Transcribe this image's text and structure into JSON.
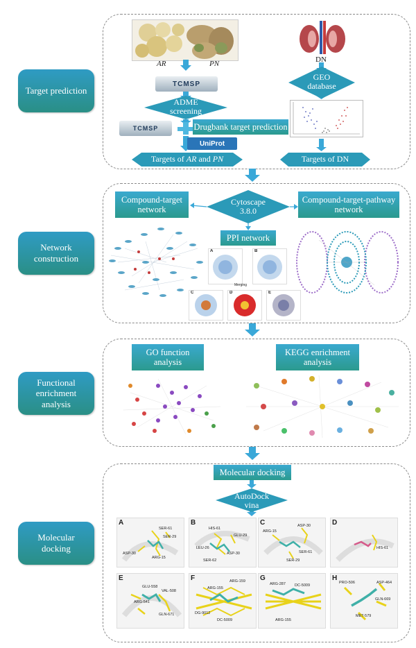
{
  "stages": {
    "target_prediction": "Target prediction",
    "network_construction": "Network construction",
    "functional_enrichment": "Functional enrichment analysis",
    "molecular_docking": "Molecular docking"
  },
  "section1": {
    "herb_left": "AR",
    "herb_right": "PN",
    "dn_label": "DN",
    "tcmsp_logo": "TCMSP",
    "uniprot_logo": "UniProt",
    "adme": "ADME screening",
    "drugbank": "Drugbank target prediction",
    "targets_ar_pn_prefix": "Targets of ",
    "targets_ar": "AR",
    "targets_and": " and ",
    "targets_pn": "PN",
    "geo": "GEO database",
    "targets_dn": "Targets of DN"
  },
  "section2": {
    "compound_target": "Compound-target network",
    "cytoscape": "Cytoscape 3.8.0",
    "ctp": "Compound-target-pathway network",
    "ppi": "PPI network",
    "ppi_panels": [
      "A",
      "B",
      "C",
      "D",
      "E"
    ],
    "merging": "Merging"
  },
  "section3": {
    "go": "GO function analysis",
    "kegg": "KEGG enrichment analysis"
  },
  "section4": {
    "molecular_docking": "Molecular docking",
    "autodock": "AutoDock vina",
    "panels": [
      {
        "letter": "A",
        "residues": [
          "SER-61",
          "SER-29",
          "ASP-30",
          "ARG-15"
        ]
      },
      {
        "letter": "B",
        "residues": [
          "HIS-61",
          "GLU-29",
          "LEU-26",
          "ASP-30",
          "SER-62"
        ]
      },
      {
        "letter": "C",
        "residues": [
          "ASP-30",
          "ARG-15",
          "SER-61",
          "SER-29"
        ]
      },
      {
        "letter": "D",
        "residues": [
          "HIS-61"
        ]
      },
      {
        "letter": "E",
        "residues": [
          "GLU-558",
          "VAL-508",
          "ARG-541",
          "GLN-671"
        ]
      },
      {
        "letter": "F",
        "residues": [
          "ARG-155",
          "ARG-159",
          "DG-9012",
          "DC-5009"
        ]
      },
      {
        "letter": "G",
        "residues": [
          "ARG-287",
          "DC-5009",
          "ARG-155"
        ]
      },
      {
        "letter": "H",
        "residues": [
          "PRO-506",
          "ASP-464",
          "GLN-669",
          "MET-579"
        ]
      }
    ]
  },
  "colors": {
    "teal": "#2b9ab8",
    "stage_top": "#2f9bc4",
    "stage_bottom": "#2a8f86",
    "arrow": "#3aa8d8",
    "ligand": "#3fb0a8",
    "residue": "#e8d21a"
  }
}
